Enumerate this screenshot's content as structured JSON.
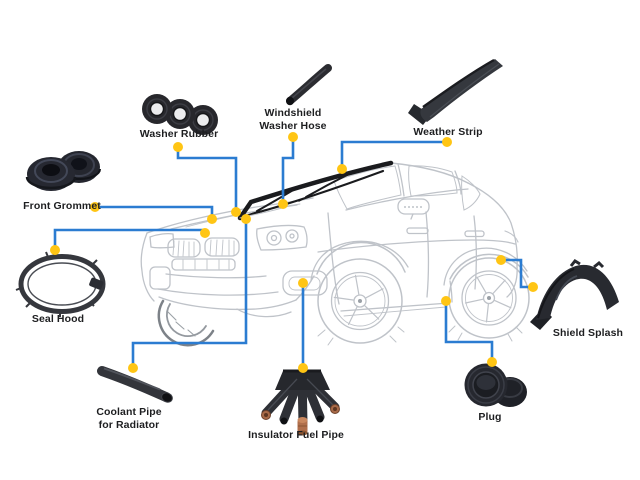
{
  "colors": {
    "connector": "#2B7CD1",
    "marker": "#FFC514"
  },
  "parts": [
    {
      "id": "washer-rubber",
      "label_lines": [
        "Washer Rubber"
      ]
    },
    {
      "id": "windshield-washer-hose",
      "label_lines": [
        "Windshield",
        "Washer Hose"
      ]
    },
    {
      "id": "weather-strip",
      "label_lines": [
        "Weather Strip"
      ]
    },
    {
      "id": "front-grommet",
      "label_lines": [
        "Front Grommet"
      ]
    },
    {
      "id": "seal-hood",
      "label_lines": [
        "Seal Hood"
      ]
    },
    {
      "id": "coolant-pipe-for-radiator",
      "label_lines": [
        "Coolant Pipe",
        "for Radiator"
      ]
    },
    {
      "id": "insulator-fuel-pipe",
      "label_lines": [
        "Insulator Fuel Pipe"
      ]
    },
    {
      "id": "plug",
      "label_lines": [
        "Plug"
      ]
    },
    {
      "id": "shield-splash",
      "label_lines": [
        "Shield Splash"
      ]
    }
  ]
}
